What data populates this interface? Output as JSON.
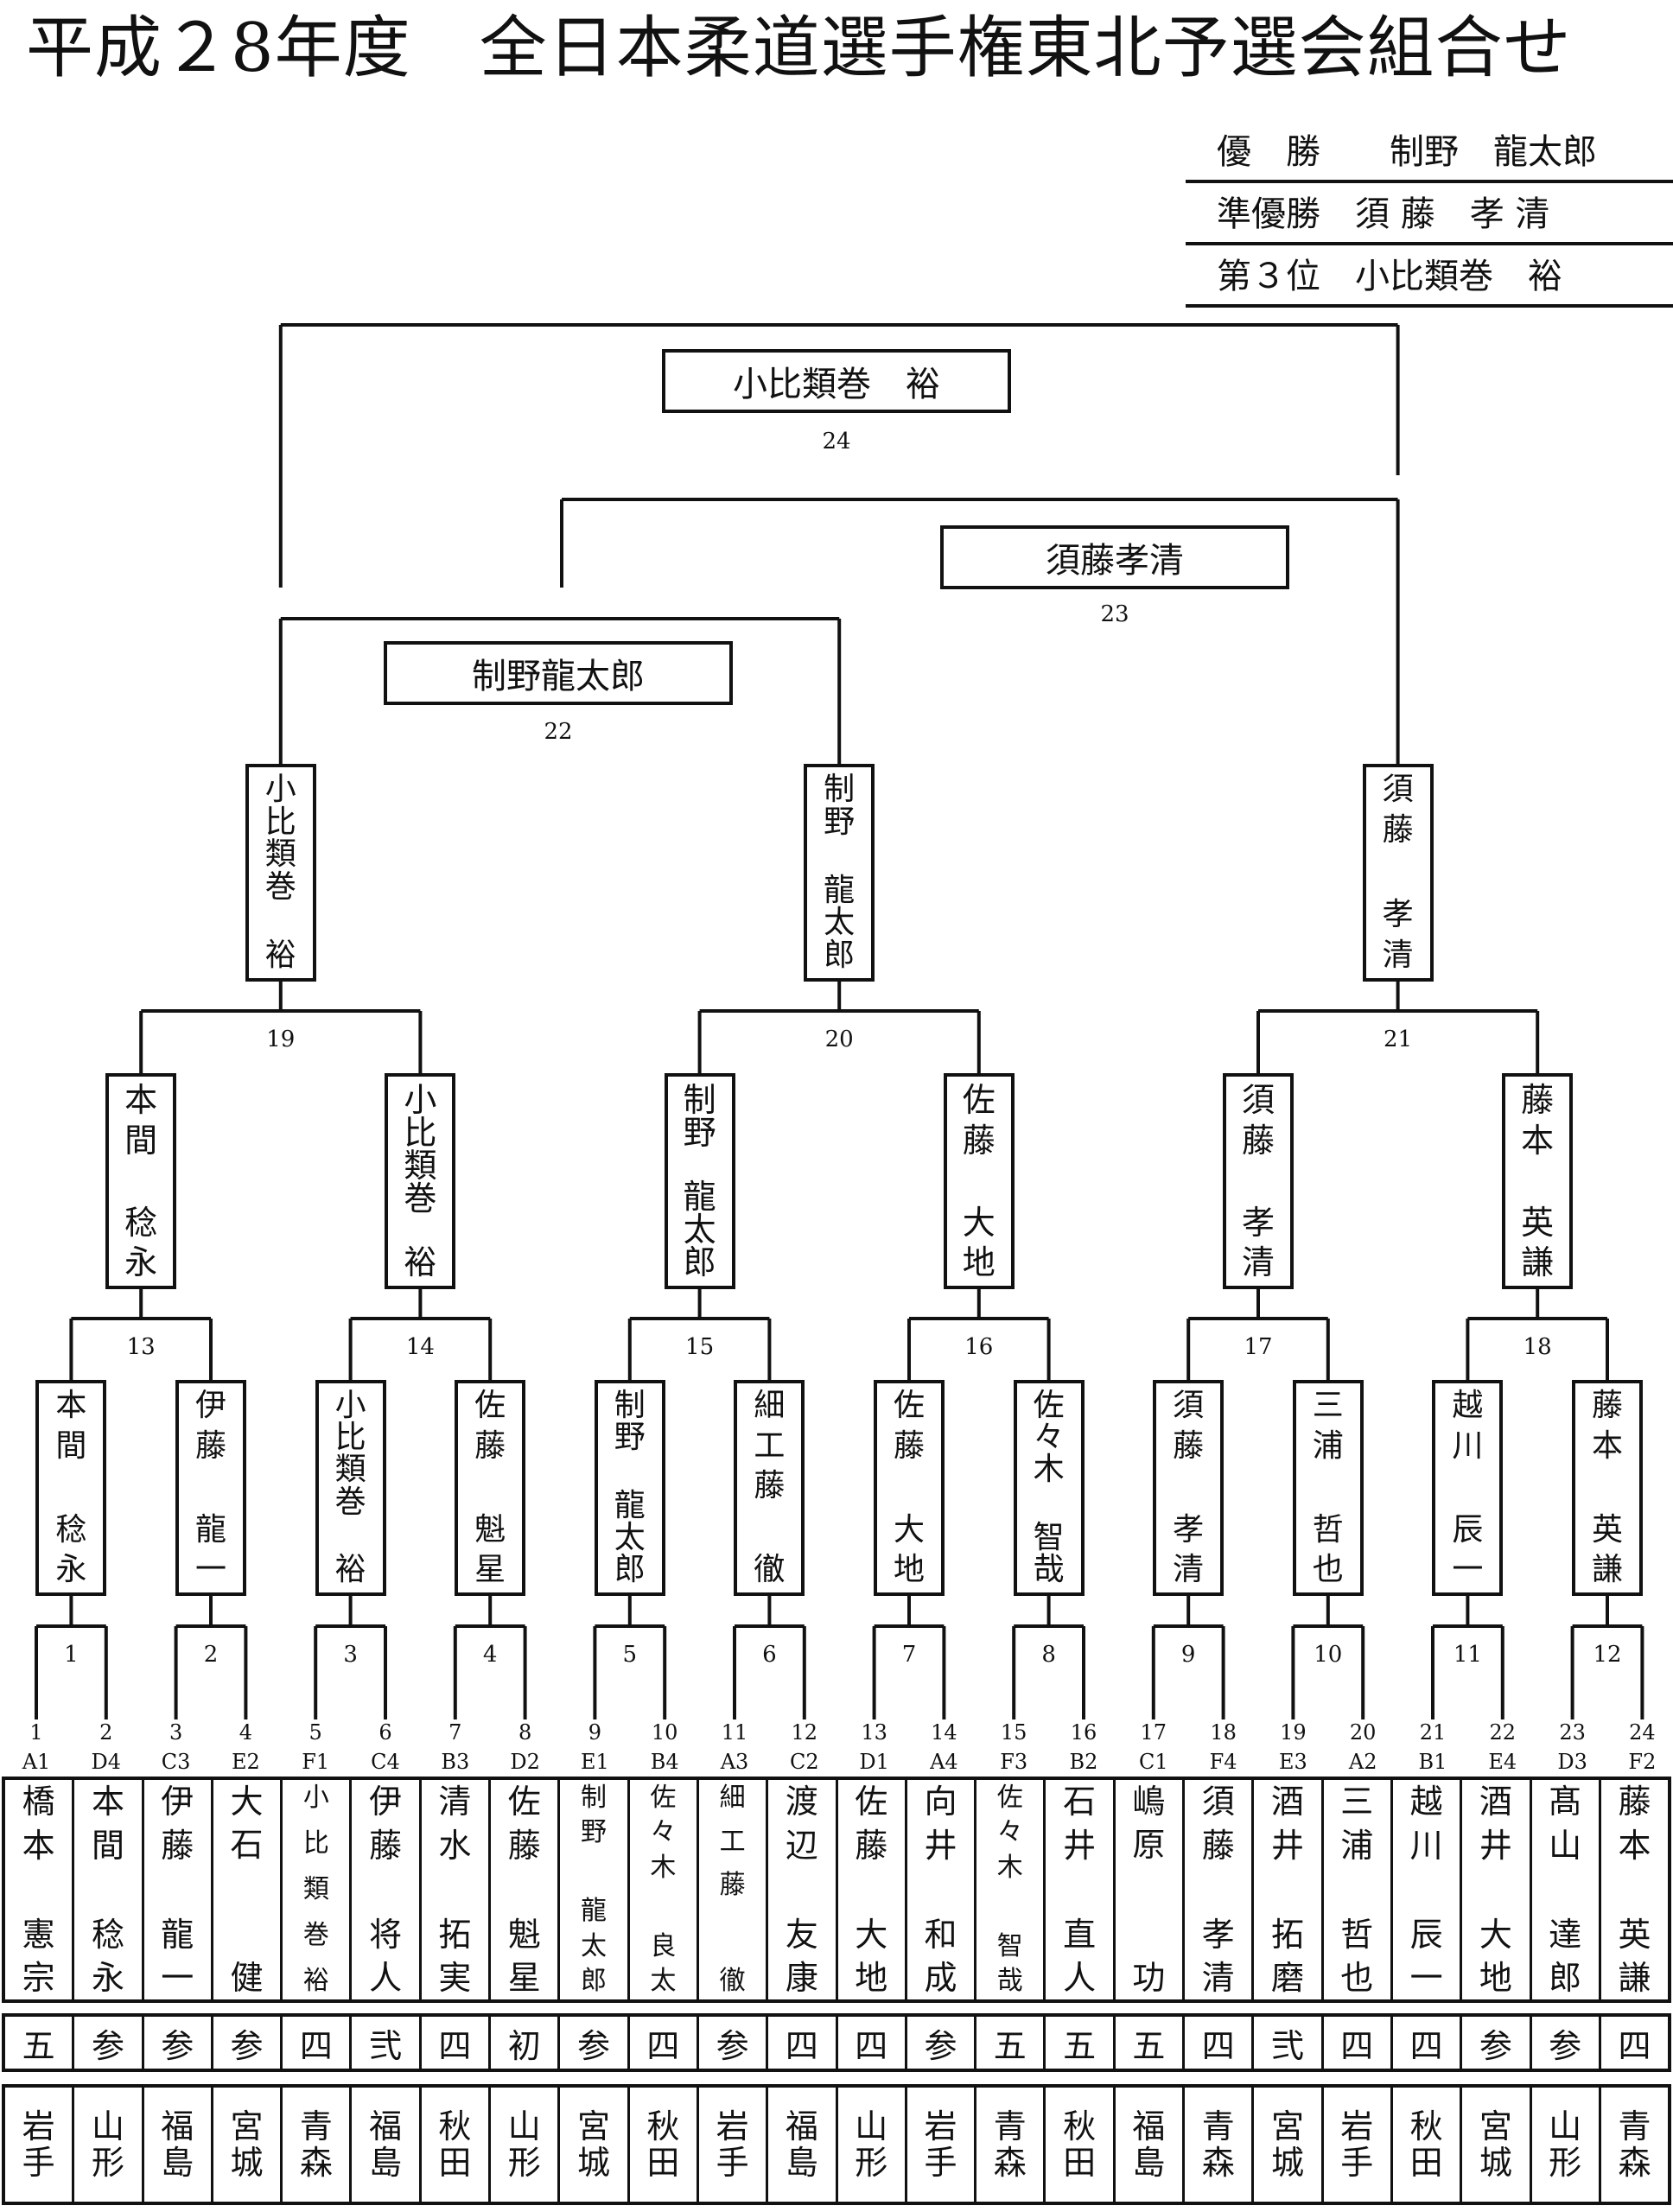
{
  "title": "平成２8年度　全日本柔道選手権東北予選会組合せ",
  "winners": [
    {
      "label": "優　勝",
      "name": "制野　龍太郎"
    },
    {
      "label": "準優勝",
      "name": "須 藤　孝 清"
    },
    {
      "label": "第３位",
      "name": "小比類巻　裕"
    }
  ],
  "matches": {
    "m24": {
      "number": "24",
      "winner": "小比類巻　裕"
    },
    "m23": {
      "number": "23",
      "winner": "須藤孝清"
    },
    "m22": {
      "number": "22",
      "winner": "制野龍太郎"
    },
    "m19": {
      "number": "19",
      "winner": [
        "小",
        "比",
        "類",
        "巻",
        "",
        "裕"
      ]
    },
    "m20": {
      "number": "20",
      "winner": [
        "制",
        "野",
        "",
        "龍",
        "太",
        "郎"
      ]
    },
    "m21": {
      "number": "21",
      "winner": [
        "須",
        "藤",
        "",
        "孝",
        "清"
      ]
    },
    "m13": {
      "number": "13",
      "winner": [
        "本",
        "間",
        "",
        "稔",
        "永"
      ]
    },
    "m14": {
      "number": "14",
      "winner": [
        "小",
        "比",
        "類",
        "巻",
        "",
        "裕"
      ]
    },
    "m15": {
      "number": "15",
      "winner": [
        "制",
        "野",
        "",
        "龍",
        "太",
        "郎"
      ]
    },
    "m16": {
      "number": "16",
      "winner": [
        "佐",
        "藤",
        "",
        "大",
        "地"
      ]
    },
    "m17": {
      "number": "17",
      "winner": [
        "須",
        "藤",
        "",
        "孝",
        "清"
      ]
    },
    "m18": {
      "number": "18",
      "winner": [
        "藤",
        "本",
        "",
        "英",
        "謙"
      ]
    },
    "m1": {
      "number": "1",
      "winner": [
        "本",
        "間",
        "",
        "稔",
        "永"
      ]
    },
    "m2": {
      "number": "2",
      "winner": [
        "伊",
        "藤",
        "",
        "龍",
        "一"
      ]
    },
    "m3": {
      "number": "3",
      "winner": [
        "小",
        "比",
        "類",
        "巻",
        "",
        "裕"
      ]
    },
    "m4": {
      "number": "4",
      "winner": [
        "佐",
        "藤",
        "",
        "魁",
        "星"
      ]
    },
    "m5": {
      "number": "5",
      "winner": [
        "制",
        "野",
        "",
        "龍",
        "太",
        "郎"
      ]
    },
    "m6": {
      "number": "6",
      "winner": [
        "細",
        "工",
        "藤",
        "",
        "徹"
      ]
    },
    "m7": {
      "number": "7",
      "winner": [
        "佐",
        "藤",
        "",
        "大",
        "地"
      ]
    },
    "m8": {
      "number": "8",
      "winner": [
        "佐",
        "々",
        "木",
        "",
        "智",
        "哉"
      ]
    },
    "m9": {
      "number": "9",
      "winner": [
        "須",
        "藤",
        "",
        "孝",
        "清"
      ]
    },
    "m10": {
      "number": "10",
      "winner": [
        "三",
        "浦",
        "",
        "哲",
        "也"
      ]
    },
    "m11": {
      "number": "11",
      "winner": [
        "越",
        "川",
        "",
        "辰",
        "一"
      ]
    },
    "m12": {
      "number": "12",
      "winner": [
        "藤",
        "本",
        "",
        "英",
        "謙"
      ]
    }
  },
  "players": [
    {
      "no": "1",
      "seed": "A1",
      "name": [
        "橋",
        "本",
        "",
        "憲",
        "宗"
      ],
      "rank": "五",
      "pref": [
        "岩",
        "手"
      ]
    },
    {
      "no": "2",
      "seed": "D4",
      "name": [
        "本",
        "間",
        "",
        "稔",
        "永"
      ],
      "rank": "参",
      "pref": [
        "山",
        "形"
      ]
    },
    {
      "no": "3",
      "seed": "C3",
      "name": [
        "伊",
        "藤",
        "",
        "龍",
        "一"
      ],
      "rank": "参",
      "pref": [
        "福",
        "島"
      ]
    },
    {
      "no": "4",
      "seed": "E2",
      "name": [
        "大",
        "石",
        "",
        "",
        "健"
      ],
      "rank": "参",
      "pref": [
        "宮",
        "城"
      ]
    },
    {
      "no": "5",
      "seed": "F1",
      "name": [
        "小",
        "比",
        "類",
        "巻",
        "裕"
      ],
      "rank": "四",
      "pref": [
        "青",
        "森"
      ]
    },
    {
      "no": "6",
      "seed": "C4",
      "name": [
        "伊",
        "藤",
        "",
        "将",
        "人"
      ],
      "rank": "弐",
      "pref": [
        "福",
        "島"
      ]
    },
    {
      "no": "7",
      "seed": "B3",
      "name": [
        "清",
        "水",
        "",
        "拓",
        "実"
      ],
      "rank": "四",
      "pref": [
        "秋",
        "田"
      ]
    },
    {
      "no": "8",
      "seed": "D2",
      "name": [
        "佐",
        "藤",
        "",
        "魁",
        "星"
      ],
      "rank": "初",
      "pref": [
        "山",
        "形"
      ]
    },
    {
      "no": "9",
      "seed": "E1",
      "name": [
        "制",
        "野",
        "",
        "龍",
        "太",
        "郎"
      ],
      "rank": "参",
      "pref": [
        "宮",
        "城"
      ]
    },
    {
      "no": "10",
      "seed": "B4",
      "name": [
        "佐",
        "々",
        "木",
        "",
        "良",
        "太"
      ],
      "rank": "四",
      "pref": [
        "秋",
        "田"
      ]
    },
    {
      "no": "11",
      "seed": "A3",
      "name": [
        "細",
        "工",
        "藤",
        "",
        "徹"
      ],
      "rank": "参",
      "pref": [
        "岩",
        "手"
      ]
    },
    {
      "no": "12",
      "seed": "C2",
      "name": [
        "渡",
        "辺",
        "",
        "友",
        "康"
      ],
      "rank": "四",
      "pref": [
        "福",
        "島"
      ]
    },
    {
      "no": "13",
      "seed": "D1",
      "name": [
        "佐",
        "藤",
        "",
        "大",
        "地"
      ],
      "rank": "四",
      "pref": [
        "山",
        "形"
      ]
    },
    {
      "no": "14",
      "seed": "A4",
      "name": [
        "向",
        "井",
        "",
        "和",
        "成"
      ],
      "rank": "参",
      "pref": [
        "岩",
        "手"
      ]
    },
    {
      "no": "15",
      "seed": "F3",
      "name": [
        "佐",
        "々",
        "木",
        "",
        "智",
        "哉"
      ],
      "rank": "五",
      "pref": [
        "青",
        "森"
      ]
    },
    {
      "no": "16",
      "seed": "B2",
      "name": [
        "石",
        "井",
        "",
        "直",
        "人"
      ],
      "rank": "五",
      "pref": [
        "秋",
        "田"
      ]
    },
    {
      "no": "17",
      "seed": "C1",
      "name": [
        "嶋",
        "原",
        "",
        "",
        "功"
      ],
      "rank": "五",
      "pref": [
        "福",
        "島"
      ]
    },
    {
      "no": "18",
      "seed": "F4",
      "name": [
        "須",
        "藤",
        "",
        "孝",
        "清"
      ],
      "rank": "四",
      "pref": [
        "青",
        "森"
      ]
    },
    {
      "no": "19",
      "seed": "E3",
      "name": [
        "酒",
        "井",
        "",
        "拓",
        "磨"
      ],
      "rank": "弐",
      "pref": [
        "宮",
        "城"
      ]
    },
    {
      "no": "20",
      "seed": "A2",
      "name": [
        "三",
        "浦",
        "",
        "哲",
        "也"
      ],
      "rank": "四",
      "pref": [
        "岩",
        "手"
      ]
    },
    {
      "no": "21",
      "seed": "B1",
      "name": [
        "越",
        "川",
        "",
        "辰",
        "一"
      ],
      "rank": "四",
      "pref": [
        "秋",
        "田"
      ]
    },
    {
      "no": "22",
      "seed": "E4",
      "name": [
        "酒",
        "井",
        "",
        "大",
        "地"
      ],
      "rank": "参",
      "pref": [
        "宮",
        "城"
      ]
    },
    {
      "no": "23",
      "seed": "D3",
      "name": [
        "髙",
        "山",
        "",
        "達",
        "郎"
      ],
      "rank": "参",
      "pref": [
        "山",
        "形"
      ]
    },
    {
      "no": "24",
      "seed": "F2",
      "name": [
        "藤",
        "本",
        "",
        "英",
        "謙"
      ],
      "rank": "四",
      "pref": [
        "青",
        "森"
      ]
    }
  ]
}
